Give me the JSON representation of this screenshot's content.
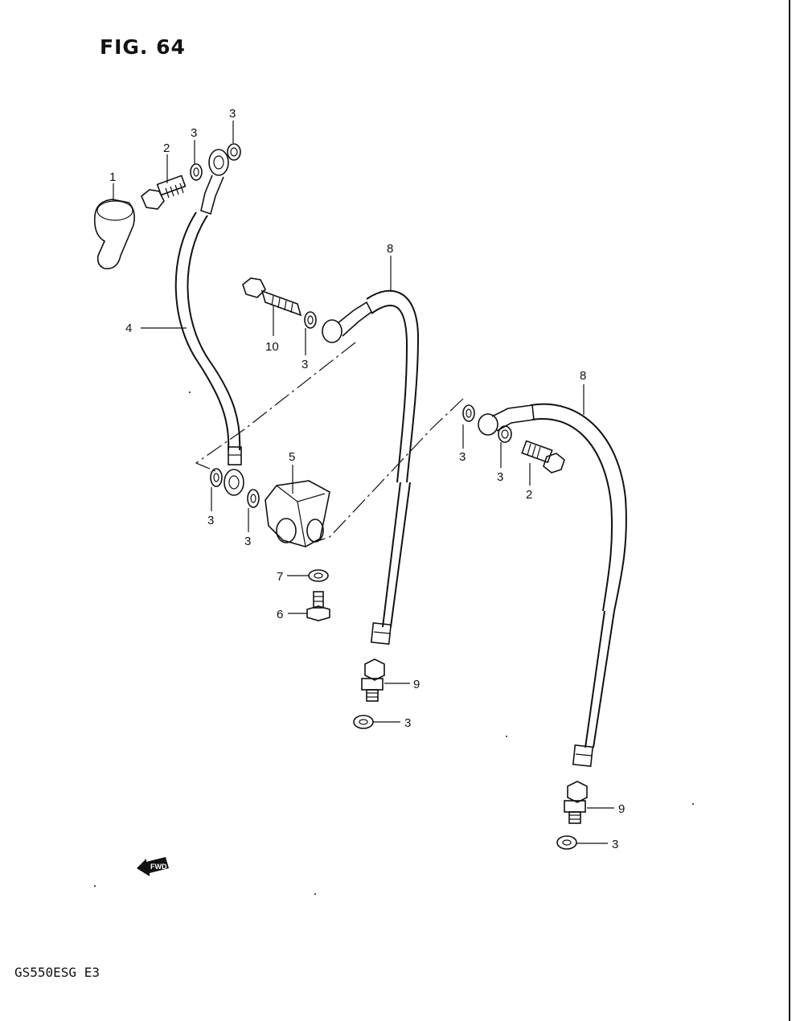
{
  "figure": {
    "title": "FIG. 64",
    "model_code": "GS550ESG  E3",
    "fwd_label": "FWD"
  },
  "callouts": [
    {
      "id": "c1",
      "label": "1"
    },
    {
      "id": "c2a",
      "label": "2"
    },
    {
      "id": "c3a",
      "label": "3"
    },
    {
      "id": "c3b",
      "label": "3"
    },
    {
      "id": "c4",
      "label": "4"
    },
    {
      "id": "c8a",
      "label": "8"
    },
    {
      "id": "c10",
      "label": "10"
    },
    {
      "id": "c3c",
      "label": "3"
    },
    {
      "id": "c8b",
      "label": "8"
    },
    {
      "id": "c5",
      "label": "5"
    },
    {
      "id": "c3d",
      "label": "3"
    },
    {
      "id": "c3e",
      "label": "3"
    },
    {
      "id": "c3f",
      "label": "3"
    },
    {
      "id": "c2b",
      "label": "2"
    },
    {
      "id": "c3g",
      "label": "3"
    },
    {
      "id": "c7",
      "label": "7"
    },
    {
      "id": "c6",
      "label": "6"
    },
    {
      "id": "c9a",
      "label": "9"
    },
    {
      "id": "c3h",
      "label": "3"
    },
    {
      "id": "c9b",
      "label": "9"
    },
    {
      "id": "c3i",
      "label": "3"
    }
  ]
}
